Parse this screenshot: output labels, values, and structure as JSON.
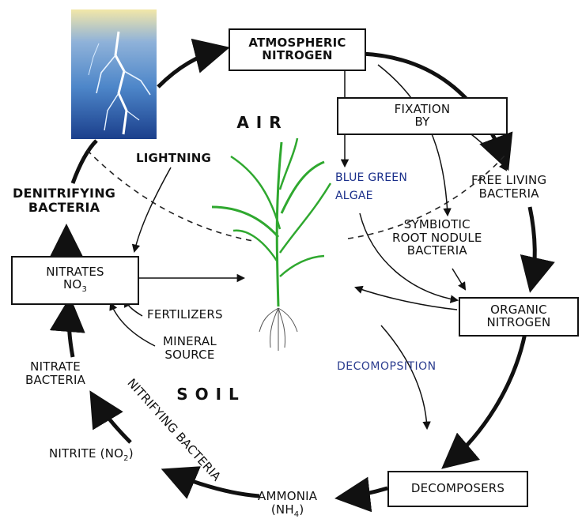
{
  "nodes": {
    "atmospheric_nitrogen": {
      "line1": "ATMOSPHERIC",
      "line2": "NITROGEN"
    },
    "fixation_by": {
      "line1": "FIXATION",
      "line2": "BY"
    },
    "organic_nitrogen": {
      "line1": "ORGANIC",
      "line2": "NITROGEN"
    },
    "decomposers": {
      "label": "DECOMPOSERS"
    },
    "nitrates": {
      "line1": "NITRATES",
      "line2_main": "NO",
      "line2_sub": "3"
    }
  },
  "labels": {
    "air": "AIR",
    "soil": "SOIL",
    "lightning": "LIGHTNING",
    "blue_green_algae_1": "BLUE GREEN",
    "blue_green_algae_2": "ALGAE",
    "free_living_1": "FREE LIVING",
    "free_living_2": "BACTERIA",
    "symbiotic_1": "SYMBIOTIC",
    "symbiotic_2": "ROOT NODULE",
    "symbiotic_3": "BACTERIA",
    "denitrifying_1": "DENITRIFYING",
    "denitrifying_2": "BACTERIA",
    "fertilizers": "FERTILIZERS",
    "mineral_1": "MINERAL",
    "mineral_2": "SOURCE",
    "decomposition": "DECOMOPSITION",
    "nitrate_bacteria_1": "NITRATE",
    "nitrate_bacteria_2": "BACTERIA",
    "nitrifying_bacteria": "NITRIFYING BACTERIA",
    "nitrite_main": "NITRITE (NO",
    "nitrite_sub": "2",
    "nitrite_close": ")",
    "ammonia_1": "AMMONIA",
    "ammonia_2_main": "(NH",
    "ammonia_2_sub": "4",
    "ammonia_2_close": ")"
  },
  "colors": {
    "lightning_sky_top": "#f2e7a8",
    "lightning_sky_mid": "#4d86c9",
    "lightning_sky_bottom": "#1b3f8c",
    "plant_green": "#2fa82f",
    "label_blue": "#1a2f8a"
  }
}
